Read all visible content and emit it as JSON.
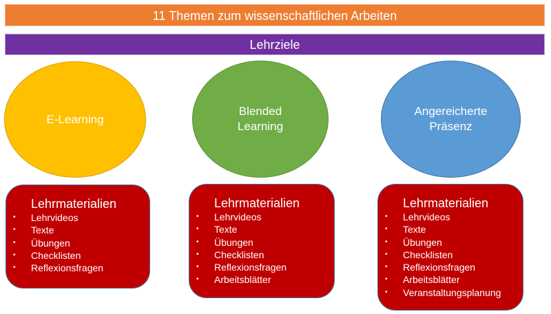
{
  "header": {
    "title": "11 Themen zum wissenschaftlichen Arbeiten",
    "subtitle": "Lehrziele"
  },
  "colors": {
    "header": "#ED7D31",
    "subtitle": "#7030A0",
    "e_learning": "#FFC000",
    "blended": "#70AD47",
    "praesenz": "#5B9BD5",
    "materials_box": "#C00000"
  },
  "columns": [
    {
      "label": "E-Learning",
      "materials": {
        "title": "Lehrmaterialien",
        "items": [
          "Lehrvideos",
          "Texte",
          "Übungen",
          "Checklisten",
          "Reflexionsfragen"
        ]
      }
    },
    {
      "label_line1": "Blended",
      "label_line2": "Learning",
      "materials": {
        "title": "Lehrmaterialien",
        "items": [
          "Lehrvideos",
          "Texte",
          "Übungen",
          "Checklisten",
          "Reflexionsfragen",
          "Arbeitsblätter"
        ]
      }
    },
    {
      "label_line1": "Angereicherte",
      "label_line2": "Präsenz",
      "materials": {
        "title": "Lehrmaterialien",
        "items": [
          "Lehrvideos",
          "Texte",
          "Übungen",
          "Checklisten",
          "Reflexionsfragen",
          "Arbeitsblätter",
          "Veranstaltungsplanung"
        ]
      }
    }
  ],
  "bullet_glyph": "•"
}
